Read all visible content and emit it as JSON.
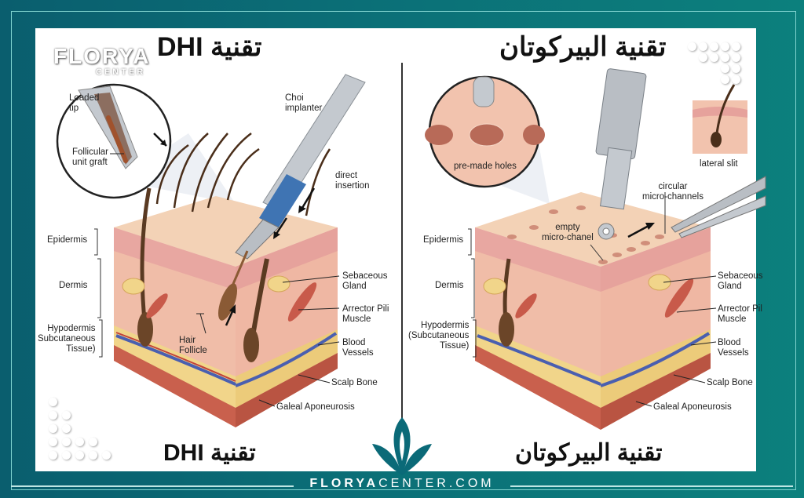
{
  "colors": {
    "frame_dark": "#0a5e6e",
    "frame_teal": "#0c807d",
    "frame_line": "#7fd3cf",
    "panel": "#ffffff",
    "skin": "#f2c3ae",
    "skin_dark": "#e59c8c",
    "fat": "#f1d58a",
    "bone": "#c9604d",
    "hair": "#5a3a22",
    "vessel_blue": "#4a5fb0",
    "vessel_red": "#c2413a",
    "implanter_blue": "#3f74b3",
    "steel": "#b9bec4",
    "logo_teal": "#0b6a78"
  },
  "brand": {
    "logo_main": "FLORYA",
    "logo_sub": "CENTER",
    "footer_url_bold": "FLORYA",
    "footer_url_rest": "CENTER.COM"
  },
  "left_panel": {
    "title": "تقنية DHI",
    "bottom_title": "تقنية DHI",
    "inset": {
      "label_tip": "Loaded\ntip",
      "label_graft": "Follicular\nunit graft"
    },
    "tool_label": "Choi\nimplanter",
    "action_label": "direct\ninsertion",
    "follicle_label": "Hair\nFollicle",
    "layers": [
      {
        "label": "Epidermis"
      },
      {
        "label": "Dermis"
      },
      {
        "label": "Hypodermis\nSubcutaneous\nTissue)"
      }
    ],
    "structures": [
      {
        "label": "Sebaceous\nGland"
      },
      {
        "label": "Arrector Pili\nMuscle"
      },
      {
        "label": "Blood\nVessels"
      },
      {
        "label": "Scalp Bone"
      },
      {
        "label": "Galeal Aponeurosis"
      }
    ]
  },
  "right_panel": {
    "title": "تقنية البيركوتان",
    "bottom_title": "تقنية البيركوتان",
    "inset_left": {
      "label": "pre-made holes"
    },
    "inset_right": {
      "label": "lateral slit"
    },
    "channel_label": "circular\nmicro-channels",
    "empty_label": "empty\nmicro-chanel",
    "layers": [
      {
        "label": "Epidermis"
      },
      {
        "label": "Dermis"
      },
      {
        "label": "Hypodermis\n(Subcutaneous\nTissue)"
      }
    ],
    "structures": [
      {
        "label": "Sebaceous\nGland"
      },
      {
        "label": "Arrector Pil\nMuscle"
      },
      {
        "label": "Blood\nVessels"
      },
      {
        "label": "Scalp Bone"
      },
      {
        "label": "Galeal Aponeurosis"
      }
    ]
  }
}
